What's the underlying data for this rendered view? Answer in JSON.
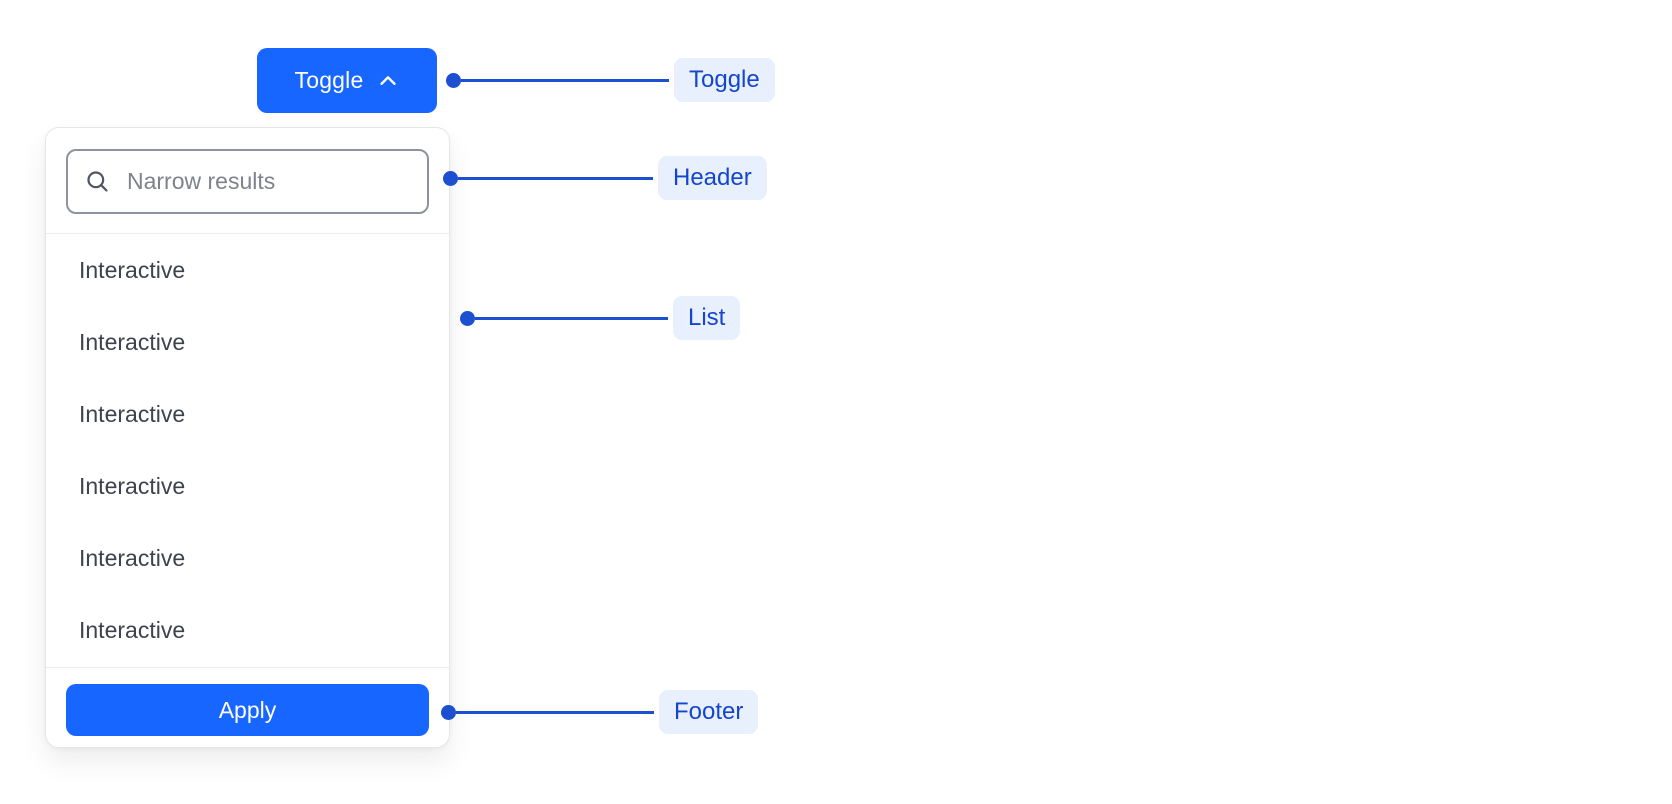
{
  "component": {
    "toggle_button": {
      "label": "Toggle",
      "icon": "chevron-up-icon"
    },
    "dropdown": {
      "header": {
        "search_placeholder": "Narrow results",
        "search_value": "",
        "search_icon": "magnifier-icon"
      },
      "list_items": [
        "Interactive",
        "Interactive",
        "Interactive",
        "Interactive",
        "Interactive",
        "Interactive"
      ],
      "footer": {
        "apply_label": "Apply"
      }
    }
  },
  "annotations": [
    {
      "id": "toggle",
      "label": "Toggle"
    },
    {
      "id": "header",
      "label": "Header"
    },
    {
      "id": "list",
      "label": "List"
    },
    {
      "id": "footer",
      "label": "Footer"
    }
  ],
  "colors": {
    "primary_blue": "#1666ff",
    "annotation_blue": "#1d4fd1",
    "annotation_pill_bg": "#e9f0fd",
    "annotation_text": "#1445d0",
    "list_text": "#3d424e",
    "input_border": "#8e939d",
    "placeholder_text": "#7d828c",
    "panel_border": "#e4e6ea",
    "divider": "#ececef"
  }
}
